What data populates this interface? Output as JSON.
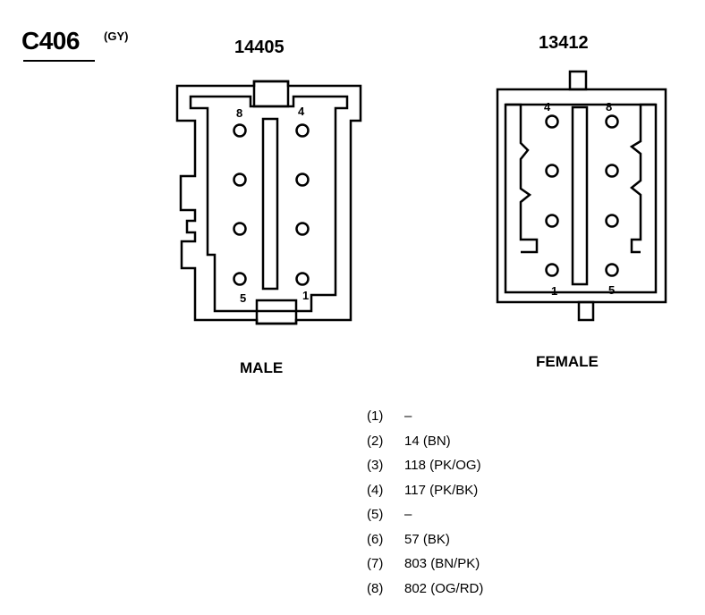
{
  "connector": {
    "id": "C406",
    "color_code": "(GY)"
  },
  "male": {
    "part_number": "14405",
    "label": "MALE",
    "pin_labels": {
      "top_left": "8",
      "top_right": "4",
      "bottom_left": "5",
      "bottom_right": "1"
    }
  },
  "female": {
    "part_number": "13412",
    "label": "FEMALE",
    "pin_labels": {
      "top_left": "4",
      "top_right": "8",
      "bottom_left": "1",
      "bottom_right": "5"
    }
  },
  "pinout": [
    {
      "num": "(1)",
      "circuit": "–"
    },
    {
      "num": "(2)",
      "circuit": "14 (BN)"
    },
    {
      "num": "(3)",
      "circuit": "118 (PK/OG)"
    },
    {
      "num": "(4)",
      "circuit": "117 (PK/BK)"
    },
    {
      "num": "(5)",
      "circuit": "–"
    },
    {
      "num": "(6)",
      "circuit": "57 (BK)"
    },
    {
      "num": "(7)",
      "circuit": "803 (BN/PK)"
    },
    {
      "num": "(8)",
      "circuit": "802 (OG/RD)"
    }
  ]
}
